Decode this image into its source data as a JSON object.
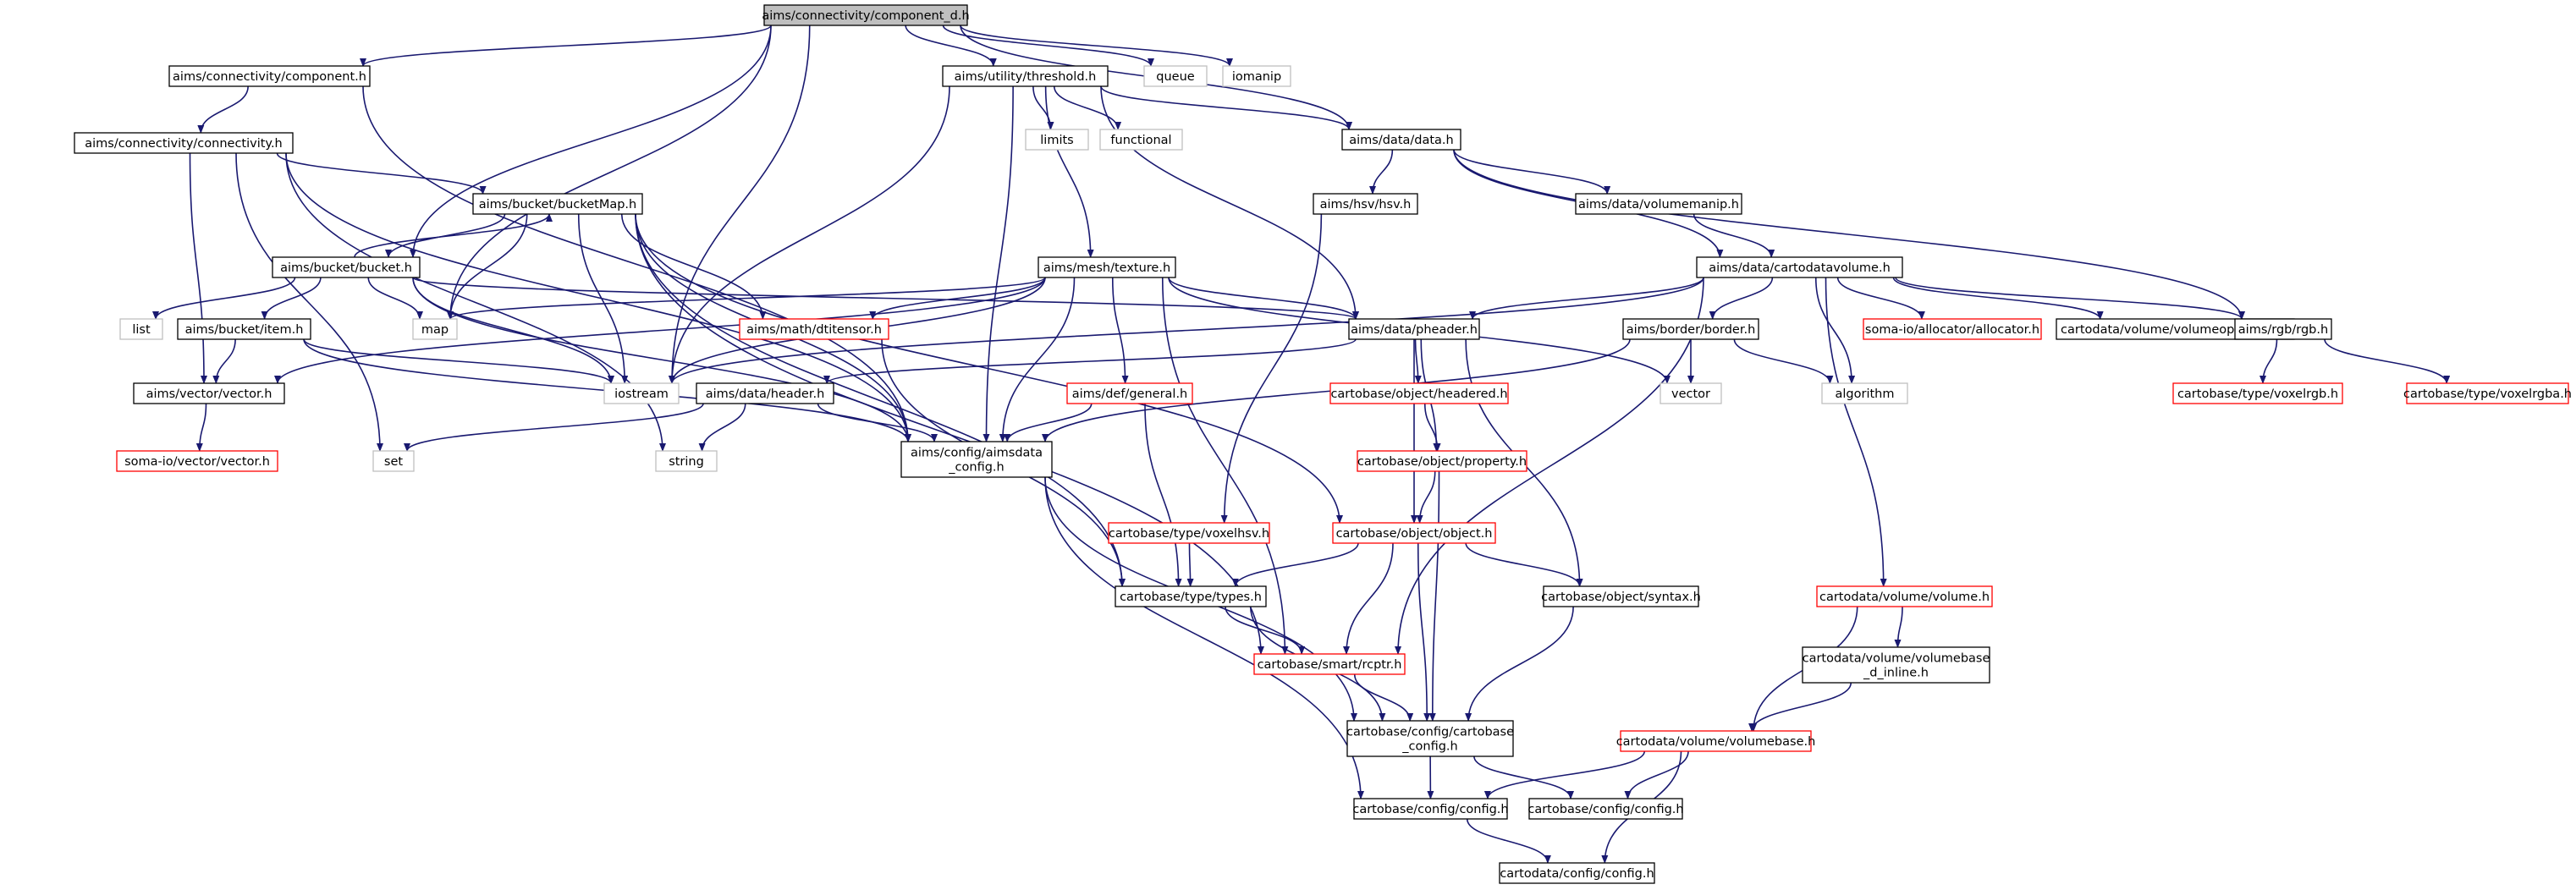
{
  "colors": {
    "edge": "#191970",
    "node_border_normal": "#000000",
    "node_border_missing": "#ff0000",
    "node_border_system": "#bfbfbf",
    "focus_fill": "#bfbfbf"
  },
  "graph": {
    "nodes": [
      {
        "id": "component_d",
        "lines": [
          "aims/connectivity/component_d.h"
        ],
        "kind": "focus"
      },
      {
        "id": "component",
        "lines": [
          "aims/connectivity/component.h"
        ],
        "kind": "normal"
      },
      {
        "id": "threshold",
        "lines": [
          "aims/utility/threshold.h"
        ],
        "kind": "normal"
      },
      {
        "id": "queue",
        "lines": [
          "queue"
        ],
        "kind": "system"
      },
      {
        "id": "iomanip",
        "lines": [
          "iomanip"
        ],
        "kind": "system"
      },
      {
        "id": "connectivity",
        "lines": [
          "aims/connectivity/connectivity.h"
        ],
        "kind": "normal"
      },
      {
        "id": "limits",
        "lines": [
          "limits"
        ],
        "kind": "system"
      },
      {
        "id": "functional",
        "lines": [
          "functional"
        ],
        "kind": "system"
      },
      {
        "id": "data",
        "lines": [
          "aims/data/data.h"
        ],
        "kind": "normal"
      },
      {
        "id": "bucketMap",
        "lines": [
          "aims/bucket/bucketMap.h"
        ],
        "kind": "normal"
      },
      {
        "id": "hsv",
        "lines": [
          "aims/hsv/hsv.h"
        ],
        "kind": "normal"
      },
      {
        "id": "volumemanip",
        "lines": [
          "aims/data/volumemanip.h"
        ],
        "kind": "normal"
      },
      {
        "id": "bucket",
        "lines": [
          "aims/bucket/bucket.h"
        ],
        "kind": "normal"
      },
      {
        "id": "texture",
        "lines": [
          "aims/mesh/texture.h"
        ],
        "kind": "normal"
      },
      {
        "id": "cartodatavolume",
        "lines": [
          "aims/data/cartodatavolume.h"
        ],
        "kind": "normal"
      },
      {
        "id": "list",
        "lines": [
          "list"
        ],
        "kind": "system"
      },
      {
        "id": "map",
        "lines": [
          "map"
        ],
        "kind": "system"
      },
      {
        "id": "item",
        "lines": [
          "aims/bucket/item.h"
        ],
        "kind": "normal"
      },
      {
        "id": "dtitensor",
        "lines": [
          "aims/math/dtitensor.h"
        ],
        "kind": "missing"
      },
      {
        "id": "pheader",
        "lines": [
          "aims/data/pheader.h"
        ],
        "kind": "normal"
      },
      {
        "id": "border",
        "lines": [
          "aims/border/border.h"
        ],
        "kind": "normal"
      },
      {
        "id": "allocator",
        "lines": [
          "soma-io/allocator/allocator.h"
        ],
        "kind": "missing"
      },
      {
        "id": "volumeoperators",
        "lines": [
          "cartodata/volume/volumeoperators.h"
        ],
        "kind": "normal"
      },
      {
        "id": "rgb",
        "lines": [
          "aims/rgb/rgb.h"
        ],
        "kind": "normal"
      },
      {
        "id": "vector_h",
        "lines": [
          "aims/vector/vector.h"
        ],
        "kind": "normal"
      },
      {
        "id": "iostream",
        "lines": [
          "iostream"
        ],
        "kind": "system"
      },
      {
        "id": "header",
        "lines": [
          "aims/data/header.h"
        ],
        "kind": "normal"
      },
      {
        "id": "general",
        "lines": [
          "aims/def/general.h"
        ],
        "kind": "missing"
      },
      {
        "id": "headered",
        "lines": [
          "cartobase/object/headered.h"
        ],
        "kind": "missing"
      },
      {
        "id": "vector_sys",
        "lines": [
          "vector"
        ],
        "kind": "system"
      },
      {
        "id": "algorithm",
        "lines": [
          "algorithm"
        ],
        "kind": "system"
      },
      {
        "id": "voxelrgb",
        "lines": [
          "cartobase/type/voxelrgb.h"
        ],
        "kind": "missing"
      },
      {
        "id": "voxelrgba",
        "lines": [
          "cartobase/type/voxelrgba.h"
        ],
        "kind": "missing"
      },
      {
        "id": "somaio_vector",
        "lines": [
          "soma-io/vector/vector.h"
        ],
        "kind": "missing"
      },
      {
        "id": "set",
        "lines": [
          "set"
        ],
        "kind": "system"
      },
      {
        "id": "string",
        "lines": [
          "string"
        ],
        "kind": "system"
      },
      {
        "id": "aimsdata_config",
        "lines": [
          "aims/config/aimsdata",
          "_config.h"
        ],
        "kind": "normal"
      },
      {
        "id": "property",
        "lines": [
          "cartobase/object/property.h"
        ],
        "kind": "missing"
      },
      {
        "id": "voxelhsv",
        "lines": [
          "cartobase/type/voxelhsv.h"
        ],
        "kind": "missing"
      },
      {
        "id": "object",
        "lines": [
          "cartobase/object/object.h"
        ],
        "kind": "missing"
      },
      {
        "id": "types",
        "lines": [
          "cartobase/type/types.h"
        ],
        "kind": "normal"
      },
      {
        "id": "syntax",
        "lines": [
          "cartobase/object/syntax.h"
        ],
        "kind": "normal"
      },
      {
        "id": "volume",
        "lines": [
          "cartodata/volume/volume.h"
        ],
        "kind": "missing"
      },
      {
        "id": "rcptr",
        "lines": [
          "cartobase/smart/rcptr.h"
        ],
        "kind": "missing"
      },
      {
        "id": "volumebase_inline",
        "lines": [
          "cartodata/volume/volumebase",
          "_d_inline.h"
        ],
        "kind": "normal"
      },
      {
        "id": "cartobase_config",
        "lines": [
          "cartobase/config/cartobase",
          "_config.h"
        ],
        "kind": "normal"
      },
      {
        "id": "volumebase",
        "lines": [
          "cartodata/volume/volumebase.h"
        ],
        "kind": "missing"
      },
      {
        "id": "config_cb",
        "lines": [
          "cartobase/config/config.h"
        ],
        "kind": "normal"
      },
      {
        "id": "config_cb2",
        "lines": [
          "cartobase/config/config.h"
        ],
        "kind": "normal"
      },
      {
        "id": "config_cd",
        "lines": [
          "cartodata/config/config.h"
        ],
        "kind": "normal"
      }
    ],
    "edges": [
      [
        "component_d",
        "component"
      ],
      [
        "component_d",
        "threshold"
      ],
      [
        "component_d",
        "queue"
      ],
      [
        "component_d",
        "iomanip"
      ],
      [
        "component_d",
        "data"
      ],
      [
        "component_d",
        "bucket"
      ],
      [
        "component_d",
        "map"
      ],
      [
        "component_d",
        "iostream"
      ],
      [
        "component",
        "connectivity"
      ],
      [
        "component",
        "aimsdata_config"
      ],
      [
        "connectivity",
        "bucketMap"
      ],
      [
        "connectivity",
        "vector_h"
      ],
      [
        "connectivity",
        "aimsdata_config"
      ],
      [
        "connectivity",
        "set"
      ],
      [
        "connectivity",
        "string"
      ],
      [
        "threshold",
        "limits"
      ],
      [
        "threshold",
        "functional"
      ],
      [
        "threshold",
        "data"
      ],
      [
        "threshold",
        "texture"
      ],
      [
        "threshold",
        "pheader"
      ],
      [
        "threshold",
        "iostream"
      ],
      [
        "threshold",
        "aimsdata_config"
      ],
      [
        "data",
        "hsv"
      ],
      [
        "data",
        "volumemanip"
      ],
      [
        "data",
        "cartodatavolume"
      ],
      [
        "data",
        "rgb"
      ],
      [
        "bucketMap",
        "bucket"
      ],
      [
        "bucketMap",
        "map"
      ],
      [
        "bucketMap",
        "iostream"
      ],
      [
        "bucketMap",
        "dtitensor"
      ],
      [
        "bucketMap",
        "aimsdata_config"
      ],
      [
        "bucketMap",
        "types"
      ],
      [
        "bucketMap",
        "object"
      ],
      [
        "bucketMap",
        "rcptr"
      ],
      [
        "bucket",
        "bucketMap"
      ],
      [
        "bucket",
        "list"
      ],
      [
        "bucket",
        "map"
      ],
      [
        "bucket",
        "item"
      ],
      [
        "bucket",
        "iostream"
      ],
      [
        "bucket",
        "pheader"
      ],
      [
        "bucket",
        "aimsdata_config"
      ],
      [
        "item",
        "vector_h"
      ],
      [
        "item",
        "iostream"
      ],
      [
        "item",
        "aimsdata_config"
      ],
      [
        "vector_h",
        "somaio_vector"
      ],
      [
        "texture",
        "map"
      ],
      [
        "texture",
        "vector_h"
      ],
      [
        "texture",
        "iostream"
      ],
      [
        "texture",
        "dtitensor"
      ],
      [
        "texture",
        "general"
      ],
      [
        "texture",
        "aimsdata_config"
      ],
      [
        "texture",
        "pheader"
      ],
      [
        "texture",
        "vector_sys"
      ],
      [
        "texture",
        "rcptr"
      ],
      [
        "hsv",
        "voxelhsv"
      ],
      [
        "volumemanip",
        "cartodatavolume"
      ],
      [
        "cartodatavolume",
        "pheader"
      ],
      [
        "cartodatavolume",
        "border"
      ],
      [
        "cartodatavolume",
        "allocator"
      ],
      [
        "cartodatavolume",
        "volumeoperators"
      ],
      [
        "cartodatavolume",
        "rgb"
      ],
      [
        "cartodatavolume",
        "iostream"
      ],
      [
        "cartodatavolume",
        "algorithm"
      ],
      [
        "cartodatavolume",
        "volume"
      ],
      [
        "cartodatavolume",
        "rcptr"
      ],
      [
        "rgb",
        "voxelrgb"
      ],
      [
        "rgb",
        "voxelrgba"
      ],
      [
        "pheader",
        "header"
      ],
      [
        "pheader",
        "headered"
      ],
      [
        "pheader",
        "property"
      ],
      [
        "pheader",
        "object"
      ],
      [
        "pheader",
        "syntax"
      ],
      [
        "border",
        "vector_sys"
      ],
      [
        "border",
        "algorithm"
      ],
      [
        "border",
        "aimsdata_config"
      ],
      [
        "header",
        "set"
      ],
      [
        "header",
        "string"
      ],
      [
        "header",
        "aimsdata_config"
      ],
      [
        "general",
        "aimsdata_config"
      ],
      [
        "general",
        "types"
      ],
      [
        "dtitensor",
        "types"
      ],
      [
        "headered",
        "property"
      ],
      [
        "property",
        "object"
      ],
      [
        "property",
        "cartobase_config"
      ],
      [
        "object",
        "types"
      ],
      [
        "object",
        "syntax"
      ],
      [
        "object",
        "rcptr"
      ],
      [
        "object",
        "cartobase_config"
      ],
      [
        "types",
        "rcptr"
      ],
      [
        "types",
        "cartobase_config"
      ],
      [
        "syntax",
        "cartobase_config"
      ],
      [
        "rcptr",
        "cartobase_config"
      ],
      [
        "aimsdata_config",
        "cartobase_config"
      ],
      [
        "aimsdata_config",
        "config_cb"
      ],
      [
        "cartobase_config",
        "config_cb"
      ],
      [
        "cartobase_config",
        "config_cb2"
      ],
      [
        "voxelhsv",
        "types"
      ],
      [
        "volume",
        "volumebase_inline"
      ],
      [
        "volume",
        "volumebase"
      ],
      [
        "volumebase_inline",
        "volumebase"
      ],
      [
        "volumebase",
        "config_cb"
      ],
      [
        "volumebase",
        "config_cb2"
      ],
      [
        "volumebase",
        "config_cd"
      ],
      [
        "config_cb",
        "config_cd"
      ]
    ]
  }
}
